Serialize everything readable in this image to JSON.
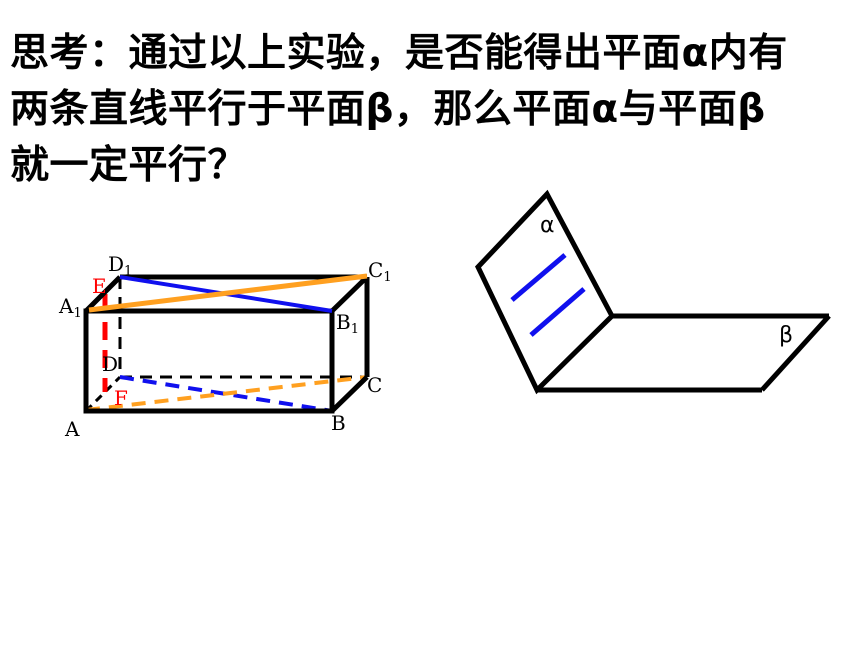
{
  "question": {
    "line1": "思考：通过以上实验，是否能得出平面α内有",
    "line2": "两条直线平行于平面β，那么平面α与平面β",
    "line3": "就一定平行？"
  },
  "prism": {
    "labels": {
      "D1_base": "D",
      "D1_sub": "1",
      "C1_base": "C",
      "C1_sub": "1",
      "A1_base": "A",
      "A1_sub": "1",
      "B1_base": "B",
      "B1_sub": "1",
      "E": "E",
      "D": "D",
      "C": "C",
      "F": "F",
      "A": "A",
      "B": "B"
    },
    "colors": {
      "edge": "#000000",
      "orange": "#ffa020",
      "blue": "#1010ee",
      "red": "#ff0000"
    }
  },
  "planes": {
    "alpha": "α",
    "beta": "β",
    "colors": {
      "edge": "#000000",
      "lines": "#1010ee"
    }
  }
}
